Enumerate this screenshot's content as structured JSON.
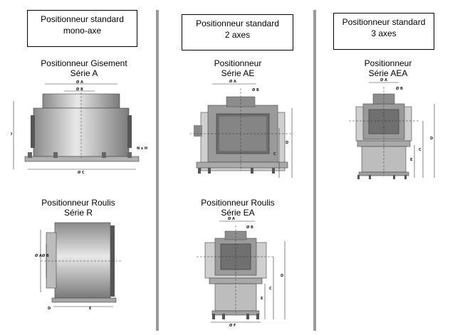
{
  "columns": [
    {
      "header": [
        "Positionneur standard",
        "mono-axe"
      ],
      "items": [
        {
          "title": "Positionneur Gisement",
          "series": "Série  A",
          "dims": [
            "Ø A",
            "Ø B",
            "D",
            "Ø C",
            "N x H"
          ]
        },
        {
          "title": "Positionneur Roulis",
          "series": "Série  R",
          "dims": [
            "Ø A",
            "Ø B",
            "D",
            "E"
          ]
        }
      ]
    },
    {
      "header": [
        "Positionneur standard",
        "2 axes"
      ],
      "items": [
        {
          "title": "Positionneur",
          "series": "Série  AE",
          "dims": [
            "Ø A",
            "Ø B",
            "D",
            "C"
          ]
        },
        {
          "title": "Positionneur Roulis",
          "series": "Série  EA",
          "dims": [
            "Ø A",
            "Ø B",
            "D",
            "C",
            "E",
            "Ø F"
          ]
        }
      ]
    },
    {
      "header": [
        "Positionneur standard",
        "3 axes"
      ],
      "items": [
        {
          "title": "Positionneur",
          "series": "Série  AEA",
          "dims": [
            "Ø A",
            "Ø B",
            "D",
            "C",
            "E"
          ]
        }
      ]
    }
  ],
  "colors": {
    "separator": "#9a9a9a",
    "metal_light": "#d4d4d4",
    "metal_dark": "#6e6e6e"
  }
}
